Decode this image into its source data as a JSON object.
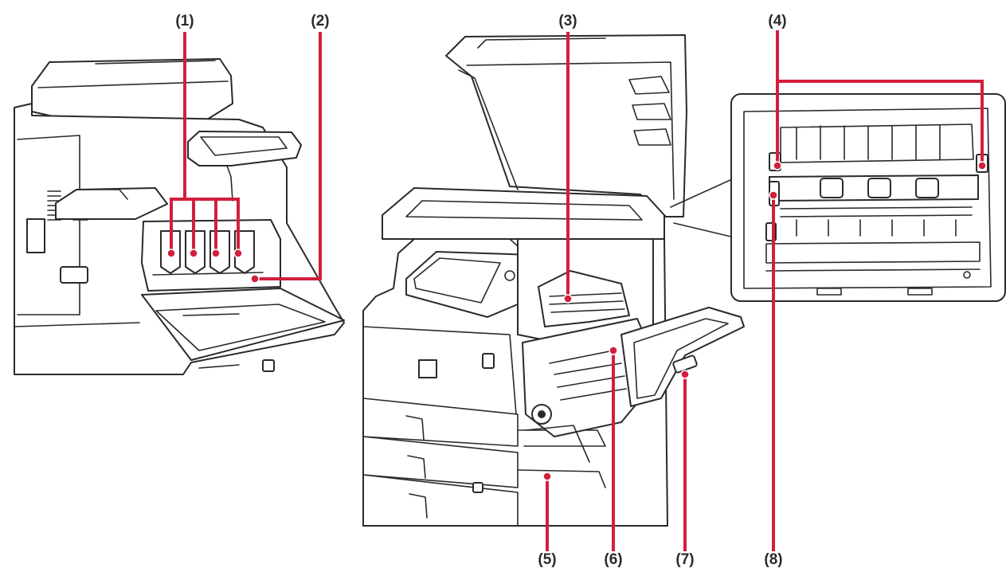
{
  "callouts": [
    {
      "id": "1",
      "label": "(1)"
    },
    {
      "id": "2",
      "label": "(2)"
    },
    {
      "id": "3",
      "label": "(3)"
    },
    {
      "id": "4",
      "label": "(4)"
    },
    {
      "id": "5",
      "label": "(5)"
    },
    {
      "id": "6",
      "label": "(6)"
    },
    {
      "id": "7",
      "label": "(7)"
    },
    {
      "id": "8",
      "label": "(8)"
    }
  ],
  "colors": {
    "accent": "#d21f3c",
    "line": "#2a2a2a",
    "label": "#2b2b2b"
  },
  "icons": [
    "printer-front-cover-open-illustration",
    "printer-side-cover-open-illustration",
    "fusing-unit-closeup-illustration"
  ]
}
